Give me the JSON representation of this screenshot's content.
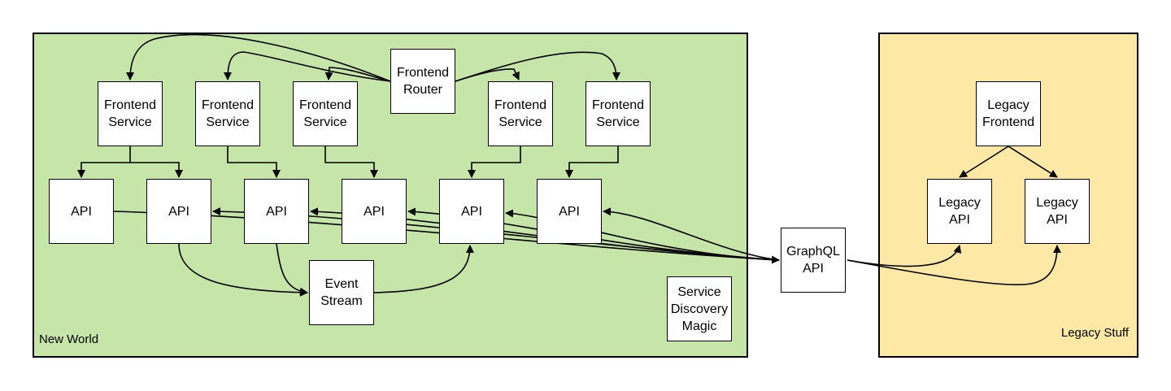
{
  "colors": {
    "new_world_fill": "#c6e6a9",
    "legacy_fill": "#fde9a5",
    "stroke": "#000000",
    "box_fill": "#ffffff"
  },
  "regions": {
    "new_world": {
      "label": "New World"
    },
    "legacy": {
      "label": "Legacy Stuff"
    }
  },
  "nodes": {
    "frontend_router": "Frontend\nRouter",
    "fs1": "Frontend\nService",
    "fs2": "Frontend\nService",
    "fs3": "Frontend\nService",
    "fs4": "Frontend\nService",
    "fs5": "Frontend\nService",
    "api1": "API",
    "api2": "API",
    "api3": "API",
    "api4": "API",
    "api5": "API",
    "api6": "API",
    "event_stream": "Event\nStream",
    "service_discovery": "Service\nDiscovery\nMagic",
    "graphql_api": "GraphQL\nAPI",
    "legacy_frontend": "Legacy\nFrontend",
    "legacy_api1": "Legacy\nAPI",
    "legacy_api2": "Legacy\nAPI"
  }
}
